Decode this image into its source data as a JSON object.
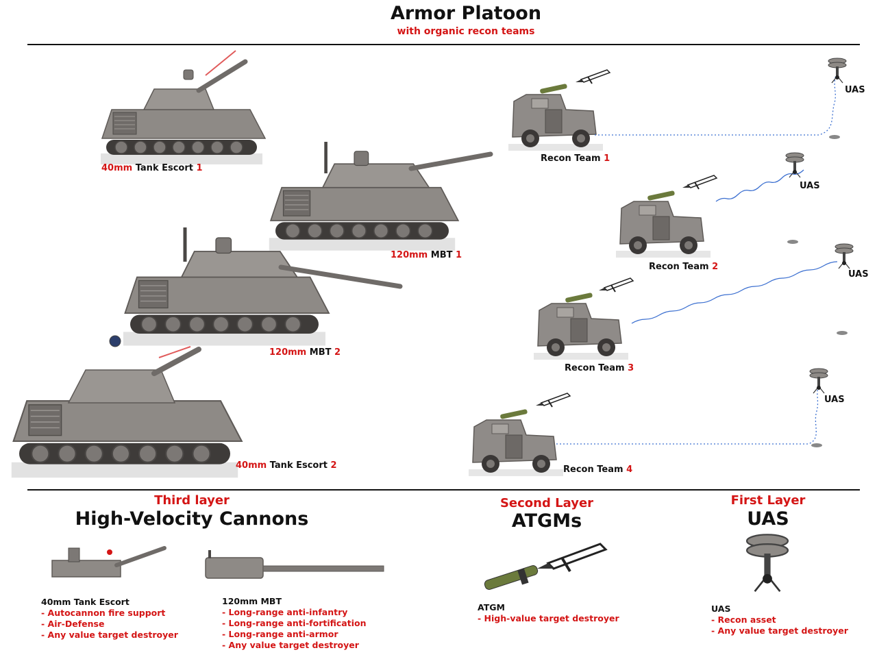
{
  "header": {
    "title": "Armor Platoon",
    "subtitle": "with organic recon teams"
  },
  "vehicles": {
    "escort1": {
      "caliber": "40mm",
      "name": "Tank Escort",
      "num": "1"
    },
    "mbt1": {
      "caliber": "120mm",
      "name": "MBT",
      "num": "1"
    },
    "mbt2": {
      "caliber": "120mm",
      "name": "MBT",
      "num": "2"
    },
    "escort2": {
      "caliber": "40mm",
      "name": "Tank Escort",
      "num": "2"
    }
  },
  "recon": [
    {
      "name": "Recon Team",
      "num": "1"
    },
    {
      "name": "Recon Team",
      "num": "2"
    },
    {
      "name": "Recon Team",
      "num": "3"
    },
    {
      "name": "Recon Team",
      "num": "4"
    }
  ],
  "uas_label": "UAS",
  "layers": {
    "third": {
      "sub": "Third layer",
      "main": "High-Velocity Cannons"
    },
    "second": {
      "sub": "Second Layer",
      "main": "ATGMs"
    },
    "first": {
      "sub": "First Layer",
      "main": "UAS"
    }
  },
  "legend": {
    "escort": {
      "head": "40mm Tank Escort",
      "items": [
        "- Autocannon fire support",
        "- Air-Defense",
        "- Any value target destroyer"
      ]
    },
    "mbt": {
      "head": "120mm MBT",
      "items": [
        "- Long-range anti-infantry",
        "- Long-range anti-fortification",
        "- Long-range anti-armor",
        "- Any value target destroyer"
      ]
    },
    "atgm": {
      "head": "ATGM",
      "items": [
        "- High-value target destroyer"
      ]
    },
    "uas": {
      "head": "UAS",
      "items": [
        "- Recon asset",
        "- Any value target destroyer"
      ]
    }
  },
  "colors": {
    "accent_red": "#d41515",
    "hull": "#8e8a86",
    "hull_dark": "#5e5a57",
    "link_blue": "#3b6fd0",
    "atgm_green": "#6b7a3c"
  }
}
